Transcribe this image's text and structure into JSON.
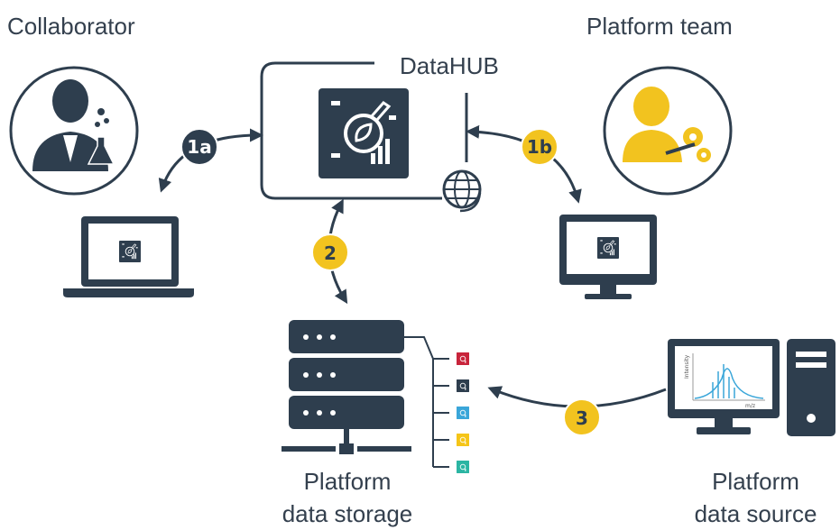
{
  "actors": {
    "collaborator": "Collaborator",
    "platform_team": "Platform team"
  },
  "hub": {
    "title": "DataHUB"
  },
  "storage": {
    "line1": "Platform",
    "line2": "data storage"
  },
  "source": {
    "line1": "Platform",
    "line2": "data source"
  },
  "steps": {
    "s1a": "1a",
    "s1b": "1b",
    "s2": "2",
    "s3": "3"
  },
  "chart_axis": {
    "x": "m/z",
    "y": "Intensity"
  },
  "colors": {
    "dark": "#2e3e4e",
    "yellow": "#f2c31f",
    "red": "#c8243b",
    "blue": "#3aa6d9",
    "teal": "#2bb5a3",
    "yellow_tile": "#f5c518"
  },
  "icons": [
    "scientist-icon",
    "support-person-icon",
    "dashboard-icon",
    "globe-icon",
    "laptop-icon",
    "monitor-icon",
    "server-icon",
    "desktop-computer-icon"
  ]
}
